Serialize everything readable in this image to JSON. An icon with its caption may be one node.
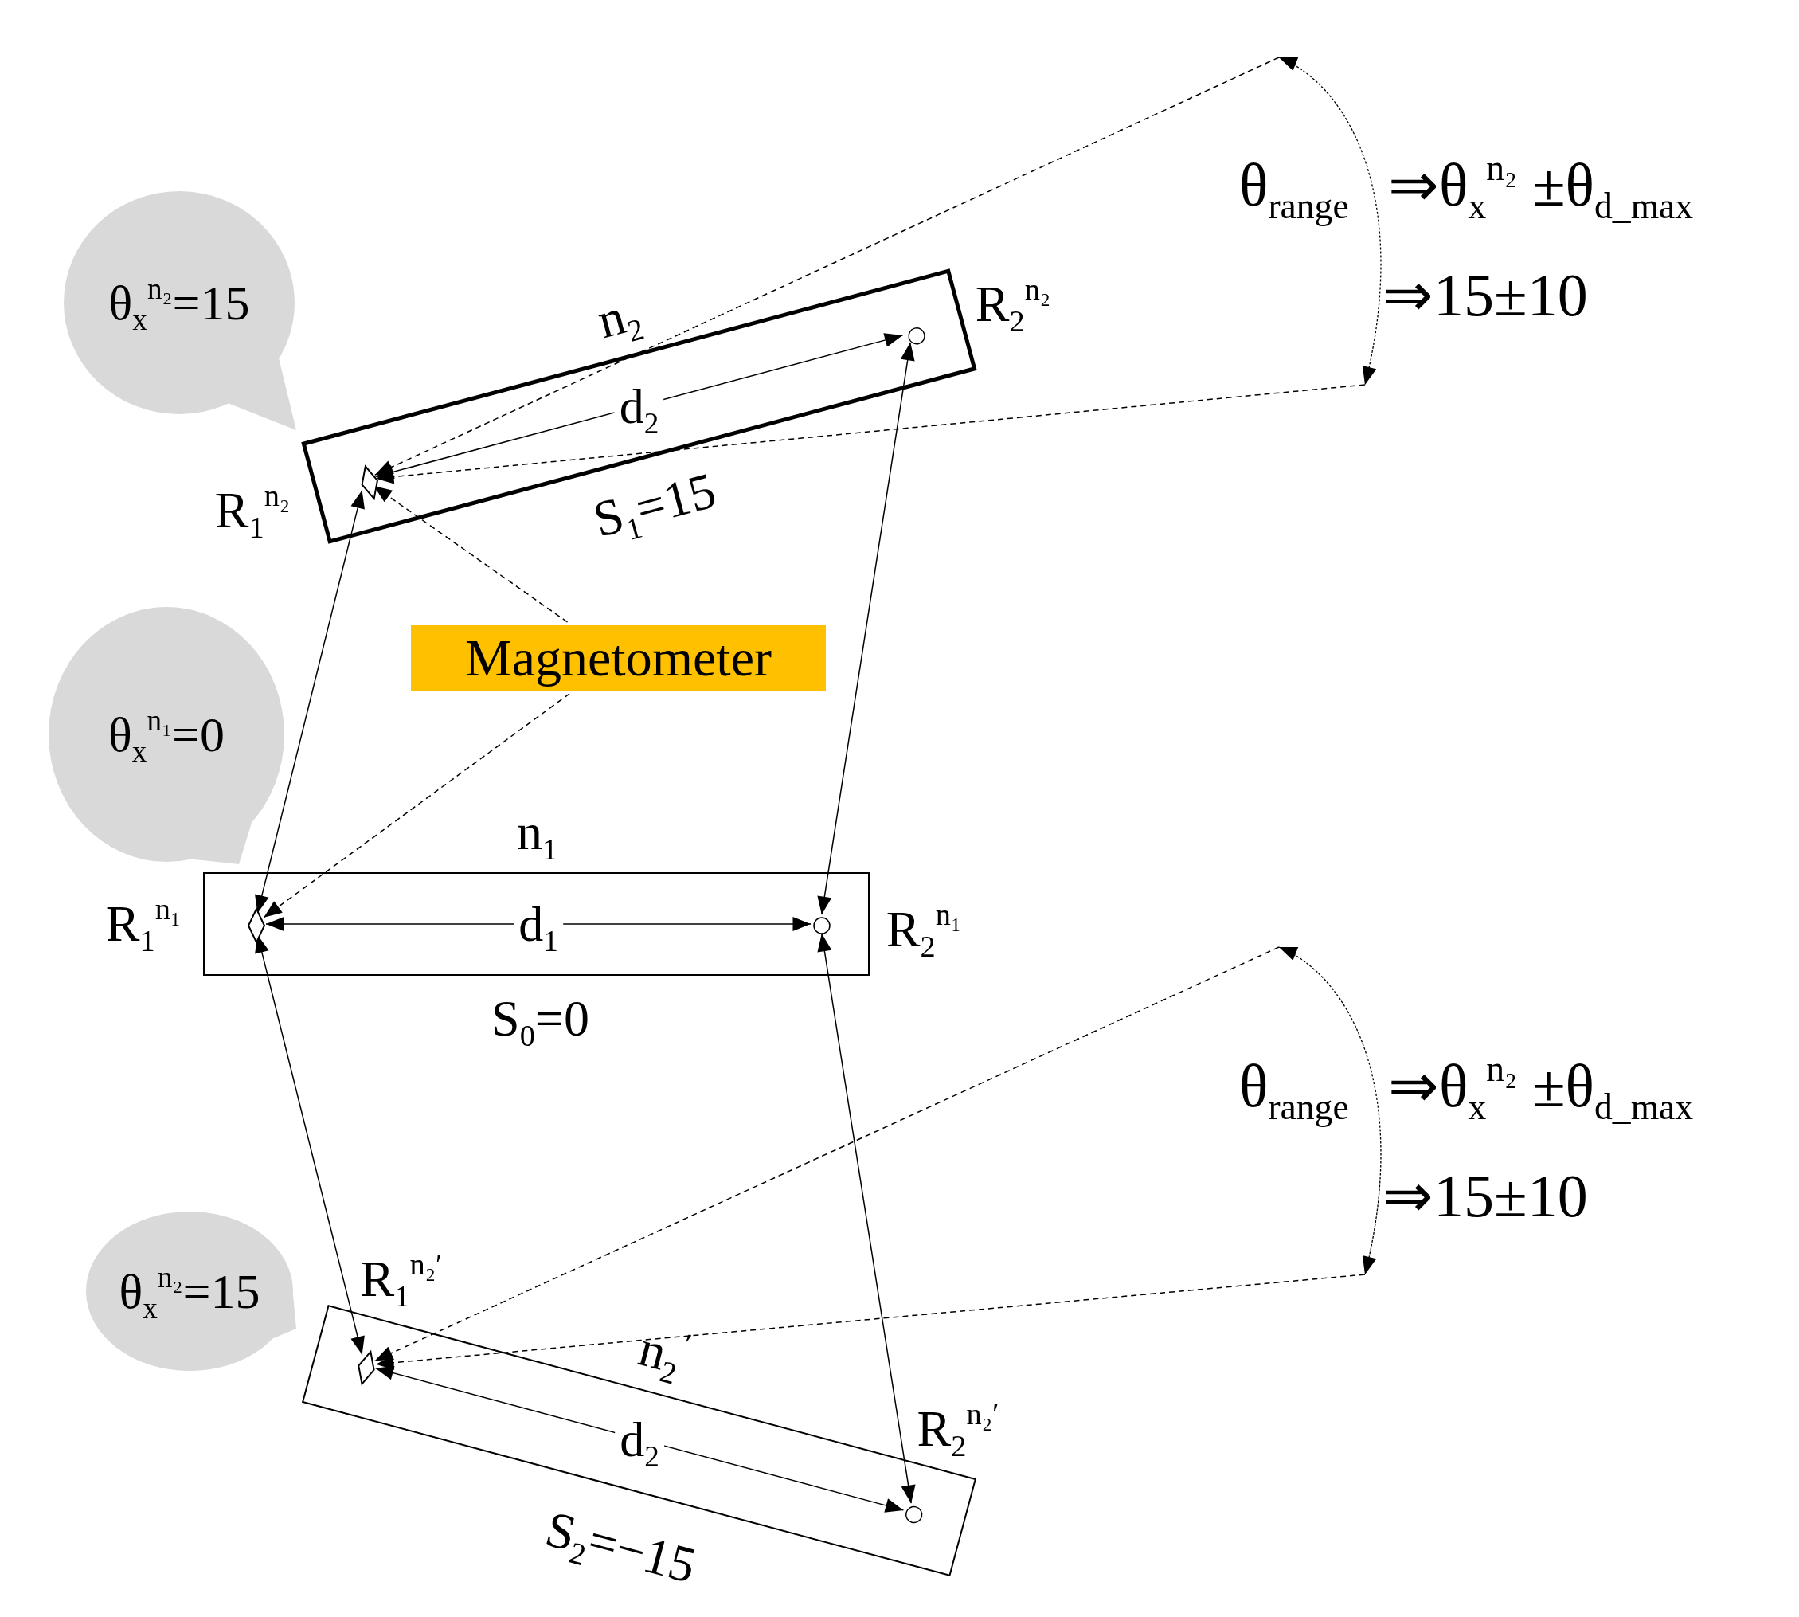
{
  "diagram": {
    "nodes": [
      {
        "text": [
          "n$_{2}$",
          "S$_{1}$=15"
        ]
      },
      {
        "text": [],
        "shape": "diamond",
        "in": 0
      },
      {
        "text": [],
        "shape": "circle",
        "in": 0
      },
      {
        "text": [
          "θ$_{x}$$^{n₂}$=15"
        ]
      },
      {
        "text": [
          "n$_{1}$",
          "S$_{0}$=0"
        ]
      },
      {
        "text": [],
        "shape": "diamond",
        "in": 4
      },
      {
        "text": [],
        "shape": "circle",
        "in": 4
      },
      {
        "text": [
          "θ$_{x}$$^{n₁}$=0"
        ]
      },
      {
        "text": [
          "n$_{2}$$^{′}$",
          "S$_{2}$=−15"
        ]
      },
      {
        "text": [],
        "shape": "diamond",
        "in": 8
      },
      {
        "text": [],
        "shape": "circle",
        "in": 8
      },
      {
        "text": [
          "θ$_{x}$$^{n₂}$=15"
        ]
      },
      {
        "text": [
          "Magnetometer"
        ]
      },
      {
        "text": [],
        "shape": "arc"
      },
      {
        "text": [],
        "shape": "arc"
      }
    ],
    "edges": [
      {
        "from": 1,
        "to": 2,
        "arrow": "both",
        "label": "d$_{2}$"
      },
      {
        "from": 5,
        "to": 6,
        "arrow": "both",
        "label": "d$_{1}$"
      },
      {
        "from": 9,
        "to": 10,
        "arrow": "both",
        "label": "d$_{2}$"
      },
      {
        "from": 1,
        "to": 5,
        "arrow": "both"
      },
      {
        "from": 2,
        "to": 6,
        "arrow": "both"
      },
      {
        "from": 5,
        "to": 9,
        "arrow": "both"
      },
      {
        "from": 6,
        "to": 10,
        "arrow": "both"
      },
      {
        "from": 12,
        "to": 1,
        "arrow": "to",
        "style": "dashed"
      },
      {
        "from": 12,
        "to": 5,
        "arrow": "to",
        "style": "dashed"
      },
      {
        "from": 13,
        "to": 1,
        "arrow": "to",
        "style": "dashed"
      },
      {
        "from": 13,
        "to": 1,
        "arrow": "to",
        "style": "dashed"
      },
      {
        "from": 14,
        "to": 9,
        "arrow": "to",
        "style": "dashed"
      },
      {
        "from": 14,
        "to": 9,
        "arrow": "to",
        "style": "dashed"
      }
    ],
    "labels": [
      "θ$_{range}$",
      "⇒θ$_{x}$$^{n₂}$ ±θ$_{d_max}$",
      "R$_{2}$$^{n₂}$",
      "⇒15±10",
      "R$_{1}$$^{n₂}$",
      "R$_{1}$$^{n₁}$",
      "R$_{2}$$^{n₁}$",
      "θ$_{range}$",
      "⇒θ$_{x}$$^{n₂}$ ±θ$_{d_max}$",
      "⇒15±10",
      "R$_{1}$$^{n₂′}$",
      "R$_{2}$$^{n₂′}$"
    ]
  }
}
